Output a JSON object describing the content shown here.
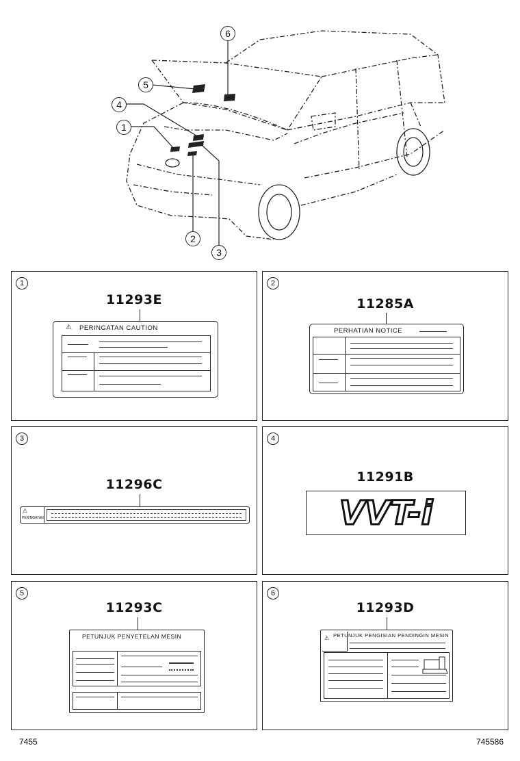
{
  "callouts": [
    "1",
    "2",
    "3",
    "4",
    "5",
    "6"
  ],
  "panels": [
    {
      "num": "1",
      "part": "11293E",
      "header": "PERINGATAN  CAUTION"
    },
    {
      "num": "2",
      "part": "11285A",
      "header": "PERHATIAN  NOTICE"
    },
    {
      "num": "3",
      "part": "11296C",
      "side_text": "PERINGATAN"
    },
    {
      "num": "4",
      "part": "11291B",
      "emblem": "VVT-i"
    },
    {
      "num": "5",
      "part": "11293C",
      "header": "PETUNJUK  PENYETELAN  MESIN"
    },
    {
      "num": "6",
      "part": "11293D",
      "header": "PETUNJUK  PENGISIAN  PENDINGIN  MESIN"
    }
  ],
  "footer": {
    "left": "7455",
    "right": "745586"
  }
}
